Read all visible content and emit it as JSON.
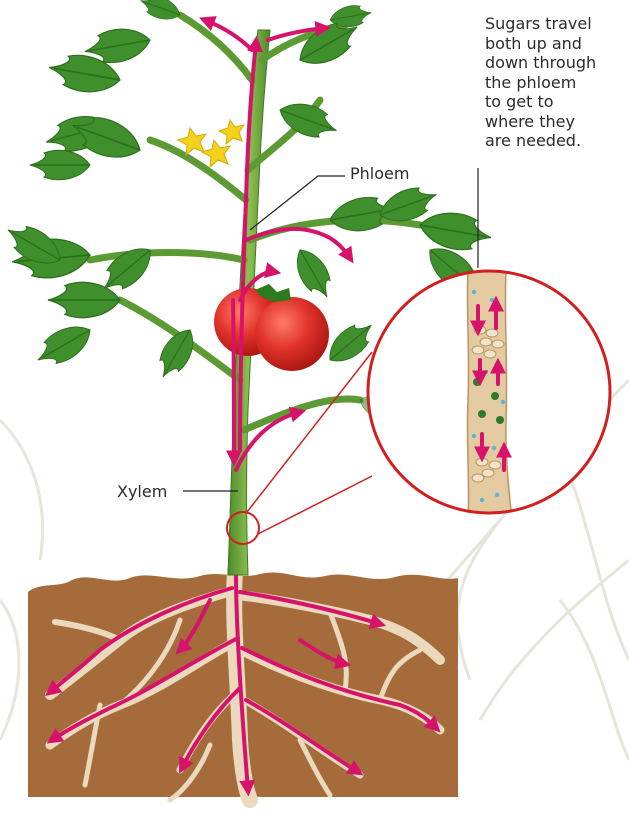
{
  "labels": {
    "phloem": "Phloem",
    "xylem": "Xylem",
    "note_lines": [
      "Sugars travel",
      "both up and",
      "down through",
      "the phloem",
      "to get to",
      "where they",
      "are needed."
    ]
  },
  "colors": {
    "flow_arrow": "#d6126b",
    "leaf": "#3f8f2c",
    "leaf_dark": "#2c6f1c",
    "stem": "#6aa03a",
    "tomato": "#e0332c",
    "flower": "#f5d21a",
    "soil": "#a66b3a",
    "root": "#ead9bd",
    "magnifier_ring": "#d11f1f",
    "vessel": "#e4caa0"
  },
  "icons": {
    "plant": "tomato-plant-illustration",
    "lens": "magnified-phloem-vessel"
  }
}
